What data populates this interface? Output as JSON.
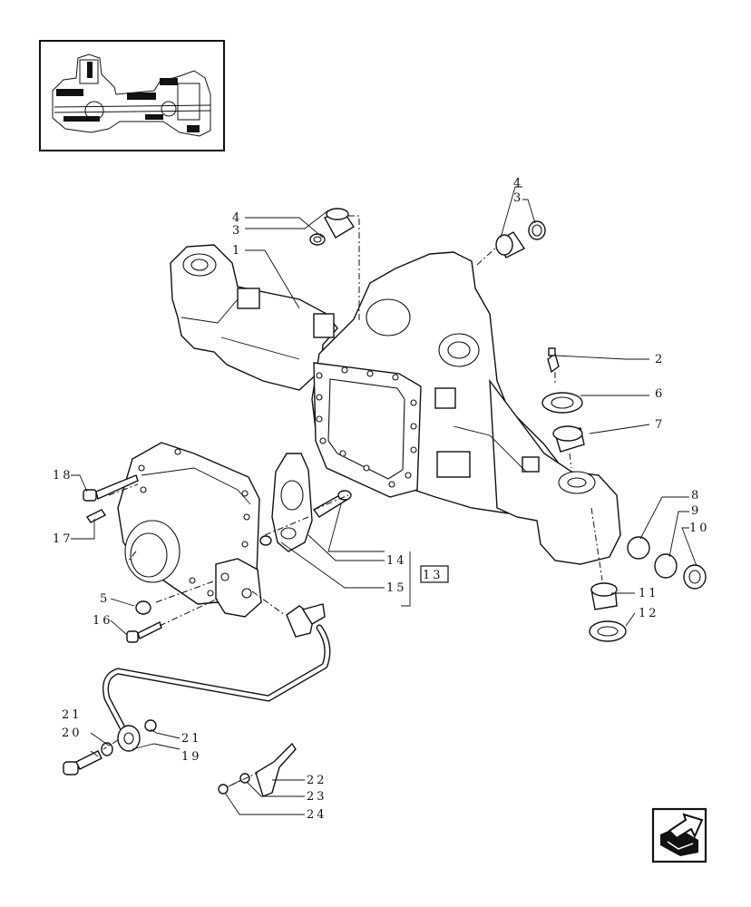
{
  "diagram": {
    "callouts": [
      {
        "id": "c1",
        "text": "1"
      },
      {
        "id": "c2",
        "text": "2"
      },
      {
        "id": "c3a",
        "text": "3"
      },
      {
        "id": "c3b",
        "text": "3"
      },
      {
        "id": "c4a",
        "text": "4"
      },
      {
        "id": "c4b",
        "text": "4"
      },
      {
        "id": "c5",
        "text": "5"
      },
      {
        "id": "c6",
        "text": "6"
      },
      {
        "id": "c7",
        "text": "7"
      },
      {
        "id": "c8",
        "text": "8"
      },
      {
        "id": "c9",
        "text": "9"
      },
      {
        "id": "c10",
        "text": "10"
      },
      {
        "id": "c11",
        "text": "11"
      },
      {
        "id": "c12",
        "text": "12"
      },
      {
        "id": "c13",
        "text": "13"
      },
      {
        "id": "c14",
        "text": "14"
      },
      {
        "id": "c15",
        "text": "15"
      },
      {
        "id": "c16",
        "text": "16"
      },
      {
        "id": "c17",
        "text": "17"
      },
      {
        "id": "c18",
        "text": "18"
      },
      {
        "id": "c19",
        "text": "19"
      },
      {
        "id": "c20",
        "text": "20"
      },
      {
        "id": "c21a",
        "text": "21"
      },
      {
        "id": "c21b",
        "text": "21"
      },
      {
        "id": "c22",
        "text": "22"
      },
      {
        "id": "c23",
        "text": "23"
      },
      {
        "id": "c24",
        "text": "24"
      }
    ],
    "icons": {
      "thumbnail": "axle-assembly-thumbnail",
      "nav": "next-page-arrow-icon"
    }
  }
}
